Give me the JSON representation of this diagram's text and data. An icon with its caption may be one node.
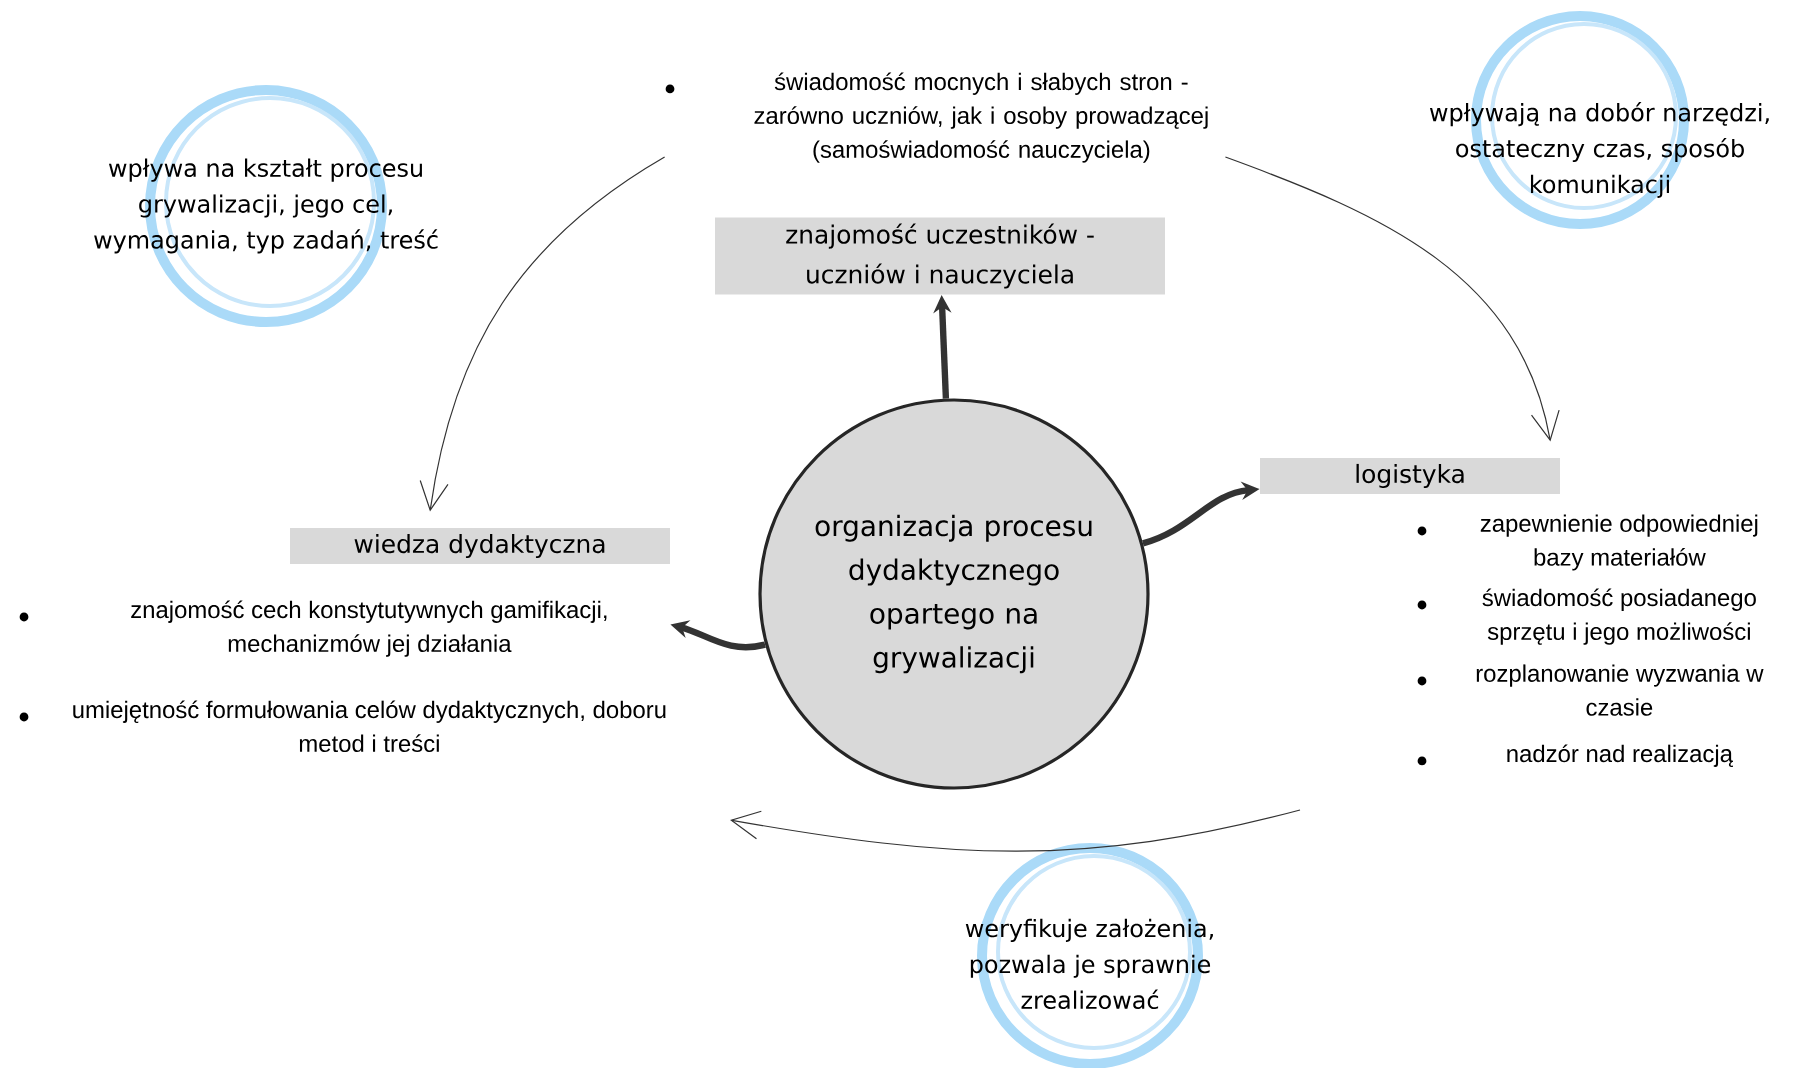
{
  "diagram": {
    "nodes": [
      {
        "text": [
          "organizacja procesu dydaktycznego opartego na grywalizacji"
        ]
      },
      {
        "text": [
          "znajomość uczestników - uczniów i nauczyciela"
        ]
      },
      {
        "text": [
          "logistyka"
        ],
        "beside": [
          "zapewnienie odpowiedniej bazy materiałów",
          "świadomość posiadanego sprzętu i jego możliwości",
          "rozplanowanie wyzwania w czasie",
          "nadzór nad realizacją"
        ]
      },
      {
        "text": [
          "wiedza dydaktyczna"
        ],
        "beside": [
          "znajomość cech konstytutywnych gamifikacji, mechanizmów jej działania",
          "umiejętność formułowania celów dydaktycznych, doboru metod i treści"
        ]
      },
      {
        "text": [
          "wpływa na kształt procesu grywalizacji, jego cel, wymagania, typ zadań, treść"
        ]
      },
      {
        "text": [
          "wpływają na dobór narzędzi, ostateczny czas, sposób komunikacji"
        ]
      },
      {
        "text": [
          "weryfikuje założenia, pozwala je sprawnie zrealizować"
        ]
      }
    ],
    "edges": [
      {
        "from": 0,
        "to": 1,
        "arrow": "to"
      },
      {
        "from": 0,
        "to": 2,
        "arrow": "to"
      },
      {
        "from": 0,
        "to": 3,
        "arrow": "to"
      },
      {
        "from": 1,
        "to": 3,
        "arrow": "to"
      },
      {
        "from": 1,
        "to": 2,
        "arrow": "to"
      }
    ],
    "labels": [
      "świadomość mocnych i słabych stron - zarówno uczniów, jak i osoby prowadzącej (samoświadomość nauczyciela)"
    ]
  }
}
